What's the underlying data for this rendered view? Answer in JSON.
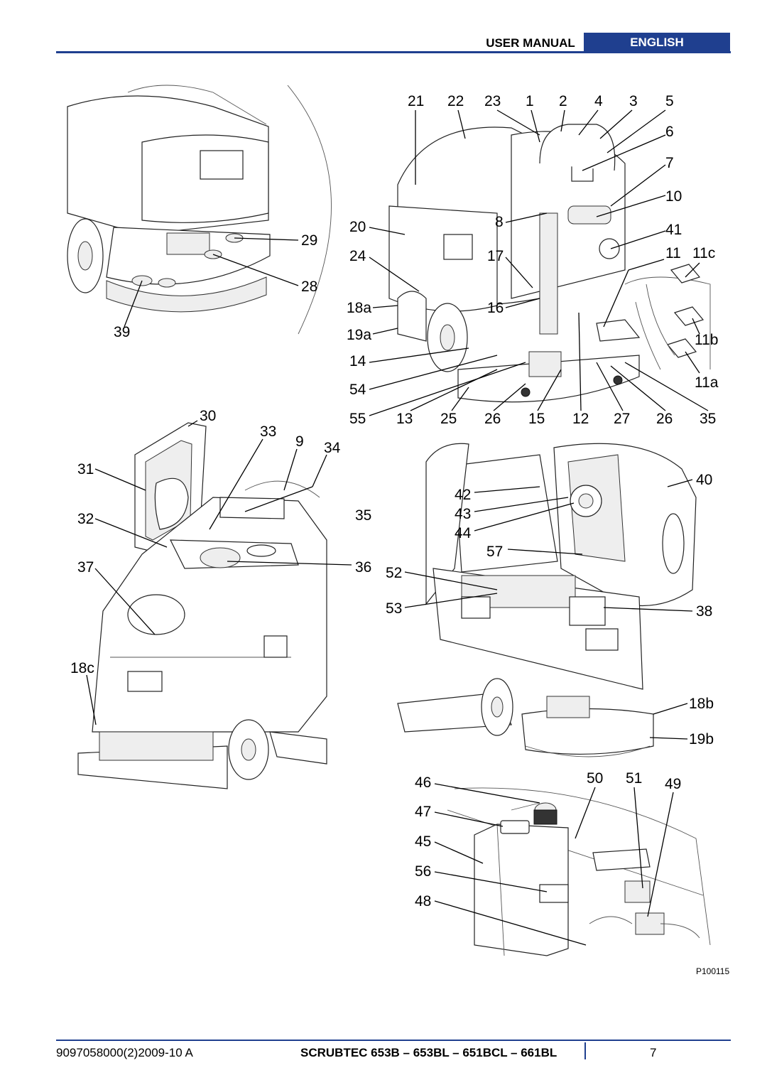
{
  "header": {
    "section_label": "USER MANUAL",
    "language_label": "ENGLISH"
  },
  "footer": {
    "doc_code": "9097058000(2)2009-10 A",
    "model_title": "SCRUBTEC 653B – 653BL – 651BCL – 661BL",
    "page_number": "7"
  },
  "figure": {
    "image_code": "P100115",
    "callouts": [
      "21",
      "22",
      "23",
      "1",
      "2",
      "4",
      "3",
      "5",
      "6",
      "7",
      "10",
      "41",
      "11",
      "11c",
      "11b",
      "11a",
      "8",
      "20",
      "24",
      "17",
      "18a",
      "16",
      "19a",
      "14",
      "54",
      "55",
      "13",
      "25",
      "26",
      "15",
      "12",
      "27",
      "26",
      "35",
      "29",
      "28",
      "39",
      "30",
      "33",
      "9",
      "34",
      "31",
      "32",
      "35",
      "37",
      "36",
      "18c",
      "42",
      "43",
      "44",
      "57",
      "40",
      "52",
      "53",
      "38",
      "18b",
      "19b",
      "46",
      "50",
      "51",
      "49",
      "47",
      "45",
      "56",
      "48"
    ]
  },
  "colors": {
    "accent": "#1f3f8f",
    "header_text": "#ffffff"
  }
}
